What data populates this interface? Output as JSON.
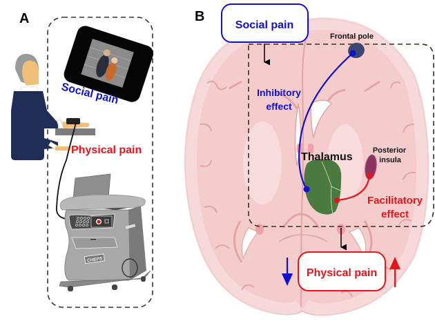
{
  "panel_a": {
    "label": "A",
    "social_pain_label": "Social pain",
    "physical_pain_label": "Physical pain",
    "device_brand": "CHEPS"
  },
  "panel_b": {
    "label": "B",
    "social_pain_box": "Social pain",
    "physical_pain_box": "Physical pain",
    "frontal_pole": "Frontal pole",
    "thalamus": "Thalamus",
    "posterior_insula_line1": "Posterior",
    "posterior_insula_line2": "insula",
    "inhibitory_line1": "Inhibitory",
    "inhibitory_line2": "effect",
    "facilitatory_line1": "Facilitatory",
    "facilitatory_line2": "effect"
  },
  "colors": {
    "social_blue": "#1010d0",
    "physical_red": "#e8141c",
    "brain_pink": "#f2c4c4",
    "brain_outline": "#e0a0a0",
    "thalamus_green": "#4a7a40",
    "insula_purple": "#8a3560",
    "frontal_pole_navy": "#3c4670",
    "person_navy": "#1e2d55"
  }
}
